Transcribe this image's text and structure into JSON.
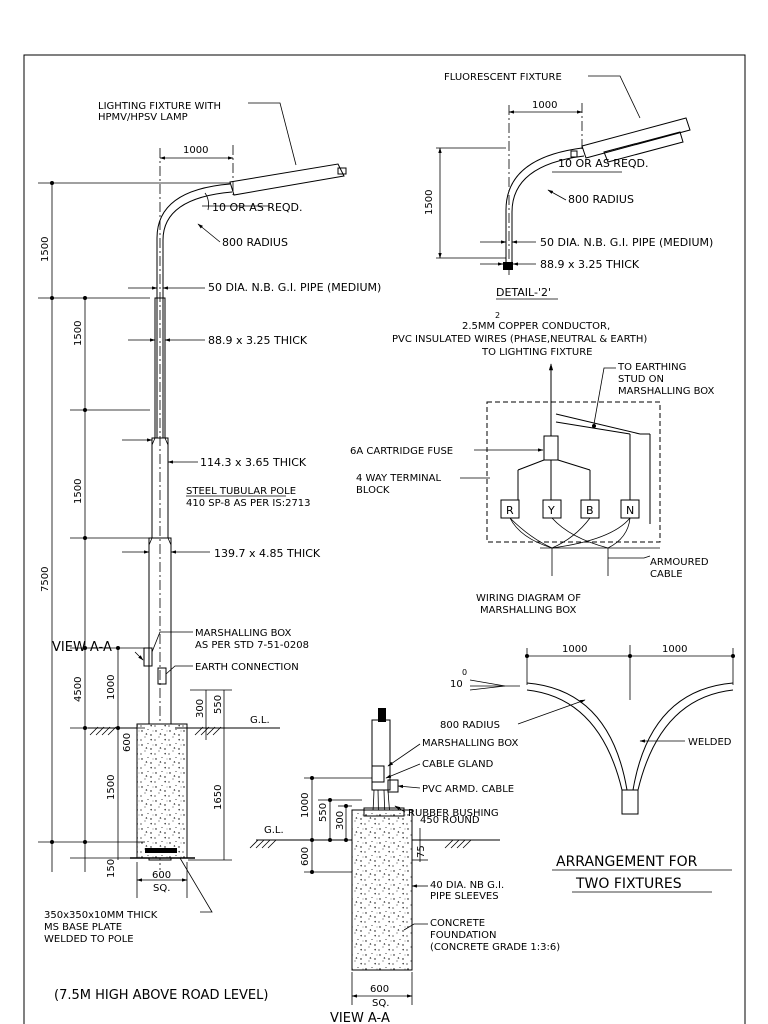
{
  "main_pole": {
    "lighting_fixture": "LIGHTING FIXTURE WITH HPMV/HPSV LAMP",
    "dim_1000": "1000",
    "angle_note": "10 OR AS REQD.",
    "bend_radius": "800 RADIUS",
    "pipe_top": "50 DIA. N.B. G.I. PIPE (MEDIUM)",
    "sec_1": "88.9 x 3.25 THICK",
    "sec_2": "114.3 x 3.65 THICK",
    "pole_desc_1": "STEEL TUBULAR POLE",
    "pole_desc_2": "410 SP-8 AS PER IS:2713",
    "sec_3": "139.7 x 4.85 THICK",
    "dim_1500_a": "1500",
    "dim_1500_b": "1500",
    "dim_1500_c": "1500",
    "dim_7500": "7500",
    "dim_4500": "4500",
    "dim_1000_v": "1000",
    "dim_600": "600",
    "dim_1500_d": "1500",
    "dim_150": "150",
    "dim_300": "300",
    "dim_550": "550",
    "dim_1650": "1650",
    "gl": "G.L.",
    "view_label": "VIEW A-A",
    "marshalling_box_1": "MARSHALLING BOX",
    "marshalling_box_2": "AS PER STD 7-51-0208",
    "earth_connection": "EARTH CONNECTION",
    "base_600": "600",
    "base_sq": "SQ.",
    "base_plate_1": "350x350x10MM THICK",
    "base_plate_2": "MS BASE PLATE",
    "base_plate_3": "WELDED TO POLE",
    "height_note": "(7.5M HIGH ABOVE ROAD LEVEL)"
  },
  "detail_2": {
    "fixture": "FLUORESCENT FIXTURE",
    "dim_1000": "1000",
    "angle_note": "10 OR AS REQD.",
    "dim_1500": "1500",
    "radius": "800 RADIUS",
    "pipe": "50 DIA. N.B. G.I. PIPE (MEDIUM)",
    "thick": "88.9 x 3.25 THICK",
    "title": "DETAIL-'2'"
  },
  "wiring": {
    "conductor_1": "2.5MM  COPPER CONDUCTOR,",
    "conductor_sup": "2",
    "conductor_2": "PVC INSULATED WIRES (PHASE,NEUTRAL & EARTH)",
    "conductor_3": "TO LIGHTING FIXTURE",
    "earthing_1": "TO EARTHING",
    "earthing_2": "STUD ON",
    "earthing_3": "MARSHALLING BOX",
    "fuse": "6A CARTRIDGE FUSE",
    "terminal_1": "4 WAY TERMINAL",
    "terminal_2": "BLOCK",
    "terminals": [
      "R",
      "Y",
      "B",
      "N"
    ],
    "armoured_1": "ARMOURED",
    "armoured_2": "CABLE",
    "caption_1": "WIRING DIAGRAM OF",
    "caption_2": "MARSHALLING BOX"
  },
  "two_fixtures": {
    "dim_left": "1000",
    "dim_right": "1000",
    "angle": "10",
    "angle_sup": "0",
    "radius": "800 RADIUS",
    "welded": "WELDED",
    "title_1": "ARRANGEMENT FOR",
    "title_2": "TWO FIXTURES"
  },
  "view_aa": {
    "marshalling_box": "MARSHALLING BOX",
    "cable_gland": "CABLE GLAND",
    "pvc_cable": "PVC ARMD. CABLE",
    "rubber_bushing": "RUBBER BUSHING",
    "round_450": "450 ROUND",
    "dim_1000": "1000",
    "dim_550": "550",
    "dim_300": "300",
    "dim_600": "600",
    "dim_75": "75",
    "gl": "G.L.",
    "sleeves_1": "40 DIA. NB G.I.",
    "sleeves_2": "PIPE SLEEVES",
    "concrete_1": "CONCRETE",
    "concrete_2": "FOUNDATION",
    "concrete_3": "(CONCRETE GRADE 1:3:6)",
    "base_600": "600",
    "base_sq": "SQ.",
    "title": "VIEW A-A"
  }
}
